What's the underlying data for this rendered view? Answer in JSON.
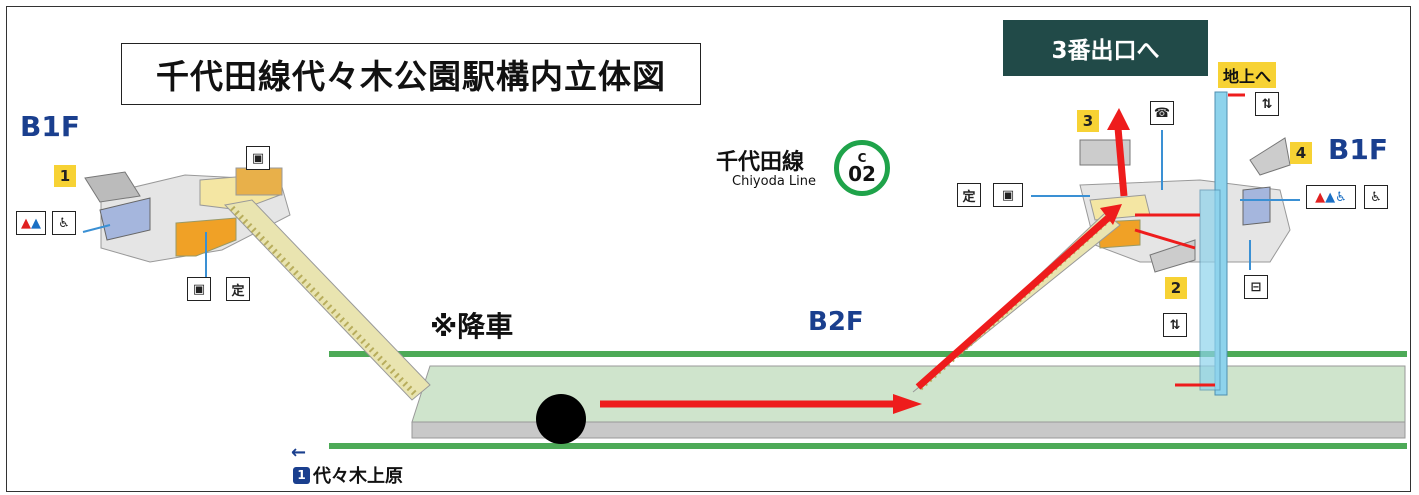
{
  "title": "千代田線代々木公園駅構内立体図",
  "floors": {
    "left_b1": "B1F",
    "right_b1": "B1F",
    "b2": "B2F"
  },
  "line": {
    "name_ja": "千代田線",
    "name_en": "Chiyoda Line",
    "station_letter": "C",
    "station_number": "02",
    "color": "#1fa34a"
  },
  "exit_banner": "3番出口へ",
  "ground_label": "地上へ",
  "alight_label": "※降車",
  "direction": {
    "num": "1",
    "label": "代々木上原",
    "arrow": "←"
  },
  "exits": [
    "1",
    "2",
    "3",
    "4"
  ],
  "pictograms": {
    "restroom": "🚻",
    "baby": "♿",
    "ticket_gate": "定",
    "elevator": "⇅",
    "phone": "☎",
    "locker": "⊟"
  },
  "colors": {
    "route": "#ee1c1c",
    "platform": "#cfe4cc",
    "rail": "#4daa57",
    "banner": "#214a48",
    "badge": "#f7d234",
    "floor": "#1a3f8e"
  }
}
